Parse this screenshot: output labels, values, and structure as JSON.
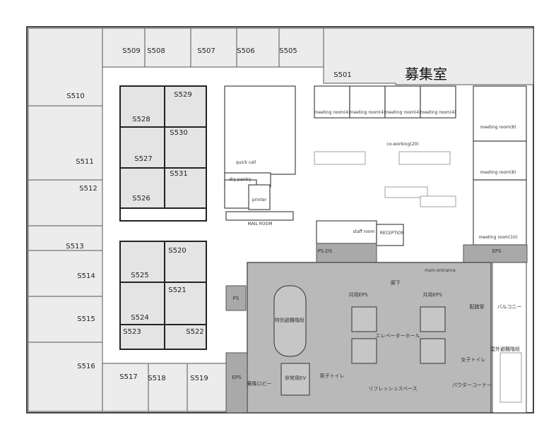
{
  "highlight_label": "募集室",
  "offices": {
    "top": [
      "S509",
      "S508",
      "S507",
      "S506",
      "S505",
      "S501"
    ],
    "left": [
      "S510",
      "S511",
      "S512",
      "S513",
      "S514",
      "S515",
      "S516"
    ],
    "bottom": [
      "S517",
      "S518",
      "S519"
    ],
    "inner_north": [
      "S528",
      "S529",
      "S527",
      "S530",
      "S526",
      "S531"
    ],
    "inner_south": [
      "S520",
      "S525",
      "S521",
      "S524",
      "S523",
      "S522"
    ]
  },
  "shared": {
    "coworking": "co-working(20)",
    "meeting_rooms": [
      "meeting room(4)",
      "meeting room(4)",
      "meeting room(4)",
      "meeting room(4)",
      "meeting room(8)",
      "meeting room(8)",
      "meeting room(10)"
    ],
    "quick_call": "quick call",
    "dry_pantry": "dry pantry",
    "printer": "printer",
    "mail_room": "MAIL ROOM",
    "staff_room": "staff room",
    "reception": "RECEPTION",
    "psds": "PS.DS",
    "eps": "EPS",
    "ps": "PS",
    "main_entrance": "main entrance"
  },
  "core": {
    "corridor": "廊下",
    "eps_left": "共用EPS",
    "eps_right": "共用EPS",
    "elevator_hall": "エレベーターホール",
    "stair": "特別避難階段",
    "mens_toilet": "男子トイレ",
    "womens_toilet": "女子トイレ",
    "refresh": "リフレッシュスペース",
    "powder": "パウダーコーナー",
    "lobby": "乗降ロビー",
    "emergency_ev": "非常用EV",
    "pantry": "配膳室",
    "balcony": "バルコニー",
    "outdoor_stair": "屋外避難階段",
    "eps": "EPS",
    "ps": "PS"
  }
}
